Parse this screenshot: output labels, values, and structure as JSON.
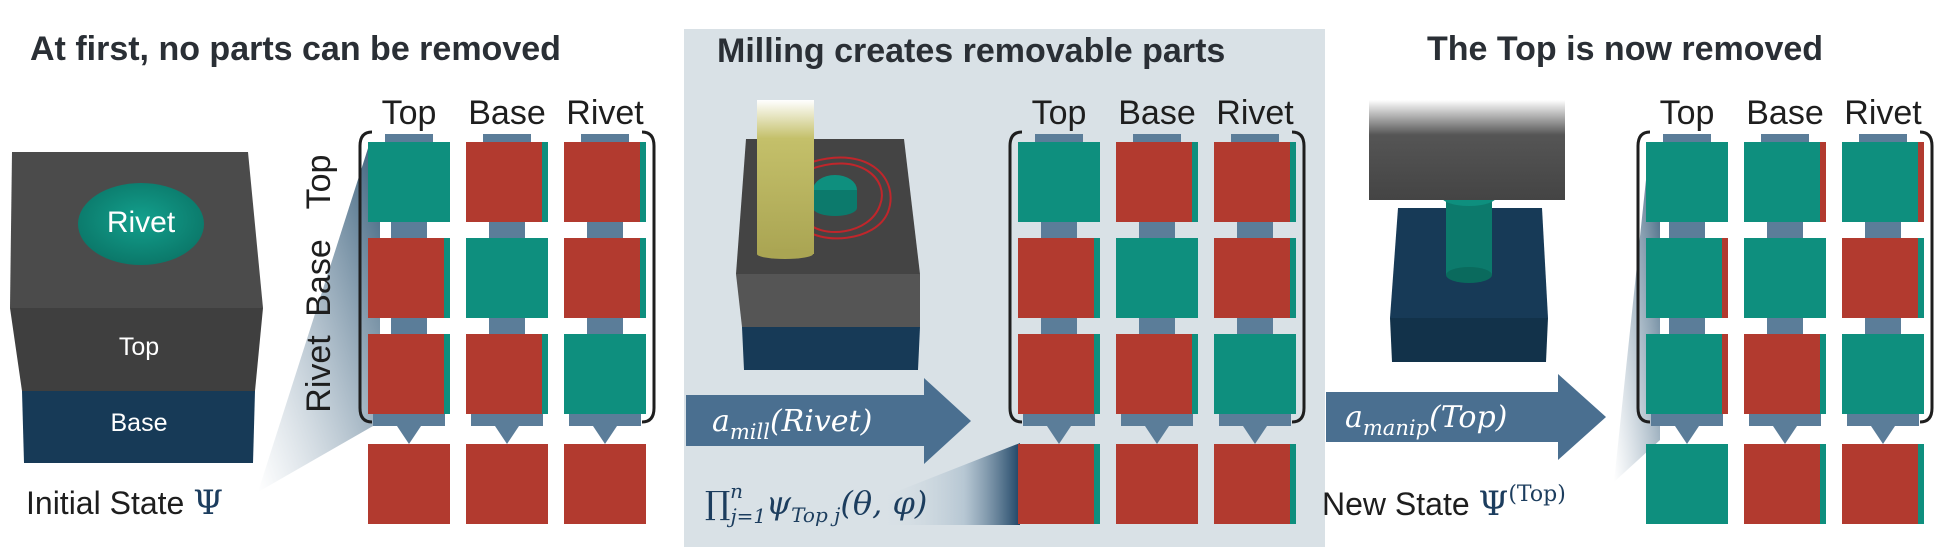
{
  "colors": {
    "green": "#0e8f7e",
    "red": "#b23a2f",
    "connector": "#5b7d99",
    "arrow": "#4a6f90",
    "panel_bg": "#d9e1e6",
    "dark_gray": "#4a4a4a",
    "navy": "#173a57"
  },
  "panel1": {
    "title": "At first, no parts can be removed",
    "cube": {
      "rivet": "Rivet",
      "top": "Top",
      "base": "Base"
    },
    "state_text": "Initial State ",
    "state_symbol": "Ψ",
    "col_headers": [
      "Top",
      "Base",
      "Rivet"
    ],
    "row_headers": [
      "Top",
      "Base",
      "Rivet"
    ],
    "matrix": [
      [
        "G",
        "R",
        "R"
      ],
      [
        "R",
        "G",
        "R"
      ],
      [
        "R",
        "R",
        "G"
      ]
    ],
    "result_row": [
      "R",
      "R",
      "R"
    ]
  },
  "panel2": {
    "title": "Milling creates removable parts",
    "action_main": "a",
    "action_sub": "mill",
    "action_arg": "(Rivet)",
    "product_text": "∏",
    "product_sup": "n",
    "product_sub": "j=1",
    "psi_text": "ψ",
    "psi_sub": "Top j",
    "psi_args": "(θ, φ)",
    "col_headers": [
      "Top",
      "Base",
      "Rivet"
    ],
    "matrix": [
      [
        "G",
        "R",
        "R"
      ],
      [
        "R",
        "G",
        "R"
      ],
      [
        "R",
        "R",
        "G"
      ]
    ],
    "result_row": [
      "R",
      "R",
      "R"
    ]
  },
  "panel3": {
    "title": "The Top is now removed",
    "action_main": "a",
    "action_sub": "manip",
    "action_arg": "(Top)",
    "state_text": "New State ",
    "state_symbol": "Ψ",
    "state_sup": "(Top)",
    "col_headers": [
      "Top",
      "Base",
      "Rivet"
    ],
    "matrix": [
      [
        "G",
        "G",
        "G"
      ],
      [
        "G",
        "G",
        "R"
      ],
      [
        "G",
        "R",
        "G"
      ]
    ],
    "result_row": [
      "G",
      "R",
      "R"
    ]
  }
}
